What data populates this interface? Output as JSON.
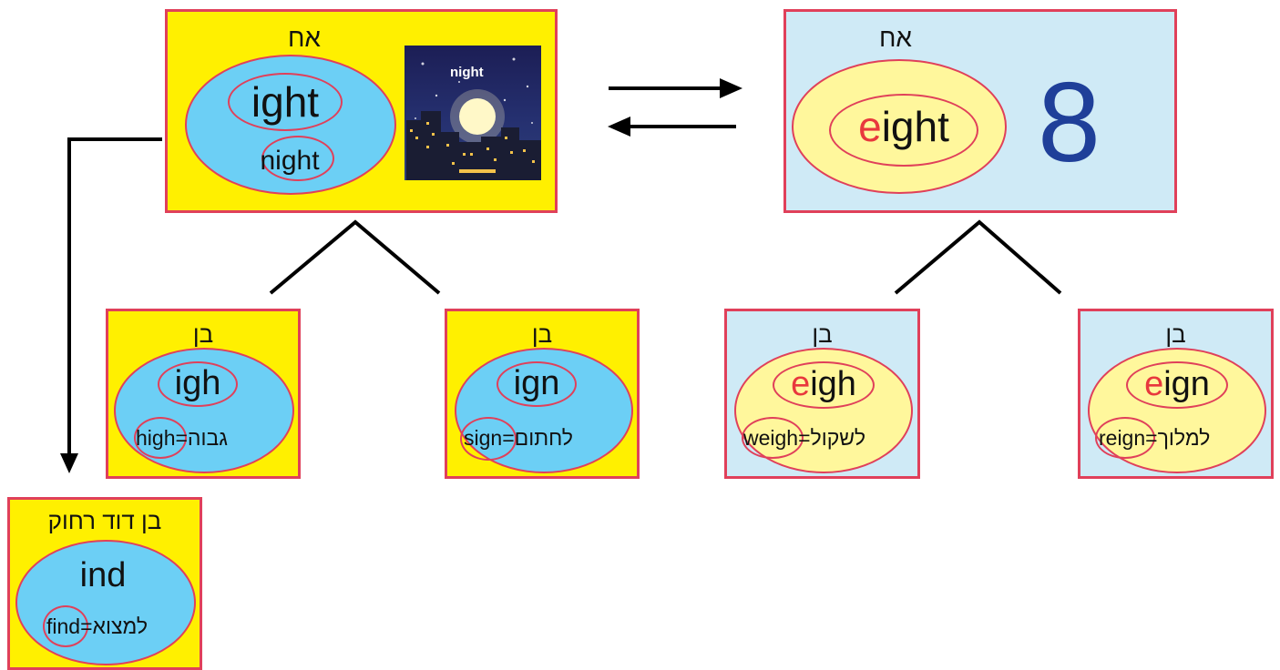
{
  "top_left": {
    "title": "אח",
    "main": "ight",
    "example": "night",
    "image_caption": "night"
  },
  "top_right": {
    "title": "אח",
    "main_first": "e",
    "main_rest": "ight",
    "digit": "8"
  },
  "child_high": {
    "title": "בן",
    "main": "igh",
    "example": "high",
    "eq": "=גבוה"
  },
  "child_sign": {
    "title": "בן",
    "main": "ign",
    "example": "sign",
    "eq": "=לחתום"
  },
  "child_weigh": {
    "title": "בן",
    "main_first": "e",
    "main_rest": "igh",
    "example": "weigh",
    "eq": "=לשקול"
  },
  "child_reign": {
    "title": "בן",
    "main_first": "e",
    "main_rest": "ign",
    "example": "reign",
    "eq": "=למלוך"
  },
  "cousin": {
    "title": "בן דוד רחוק",
    "main": "ind",
    "example": "find",
    "eq": "=למצוא"
  },
  "colors": {
    "border": "#e0405a",
    "yellow": "#fff000",
    "light_blue": "#cfeaf6",
    "oval_blue": "#6ccff5",
    "oval_cream": "#fff79c",
    "red_letter": "#e8383d",
    "digit": "#1f3f99"
  }
}
